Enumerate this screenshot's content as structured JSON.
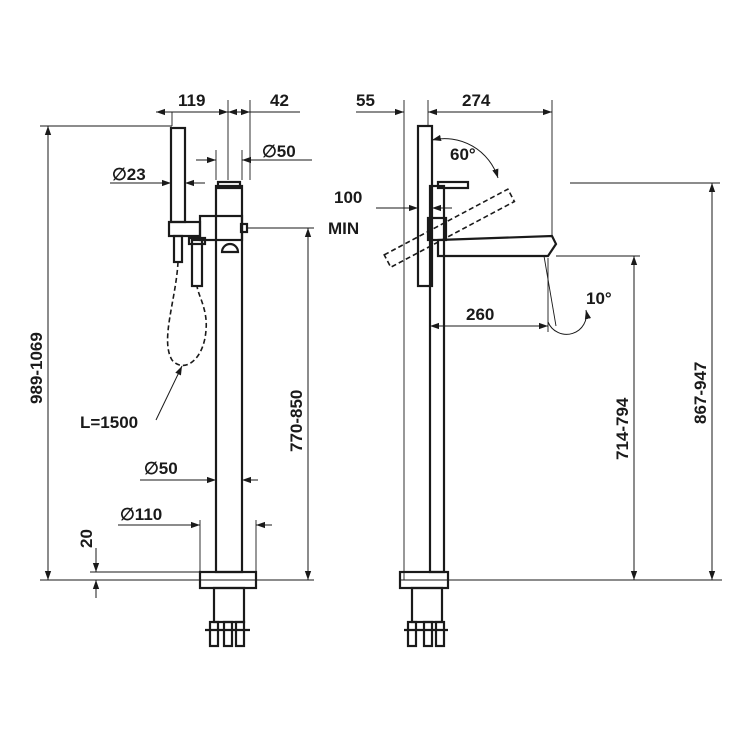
{
  "dimensions": {
    "d119": "119",
    "d42": "42",
    "d50_top": "∅50",
    "d23": "∅23",
    "d989_1069": "989-1069",
    "d770_850": "770-850",
    "hose_length": "L=1500",
    "d50_bottom": "∅50",
    "d110": "∅110",
    "d20": "20",
    "d55": "55",
    "d274": "274",
    "angle60": "60°",
    "d100": "100",
    "min_label": "MIN",
    "d260": "260",
    "angle10": "10°",
    "d714_794": "714-794",
    "d867_947": "867-947"
  }
}
